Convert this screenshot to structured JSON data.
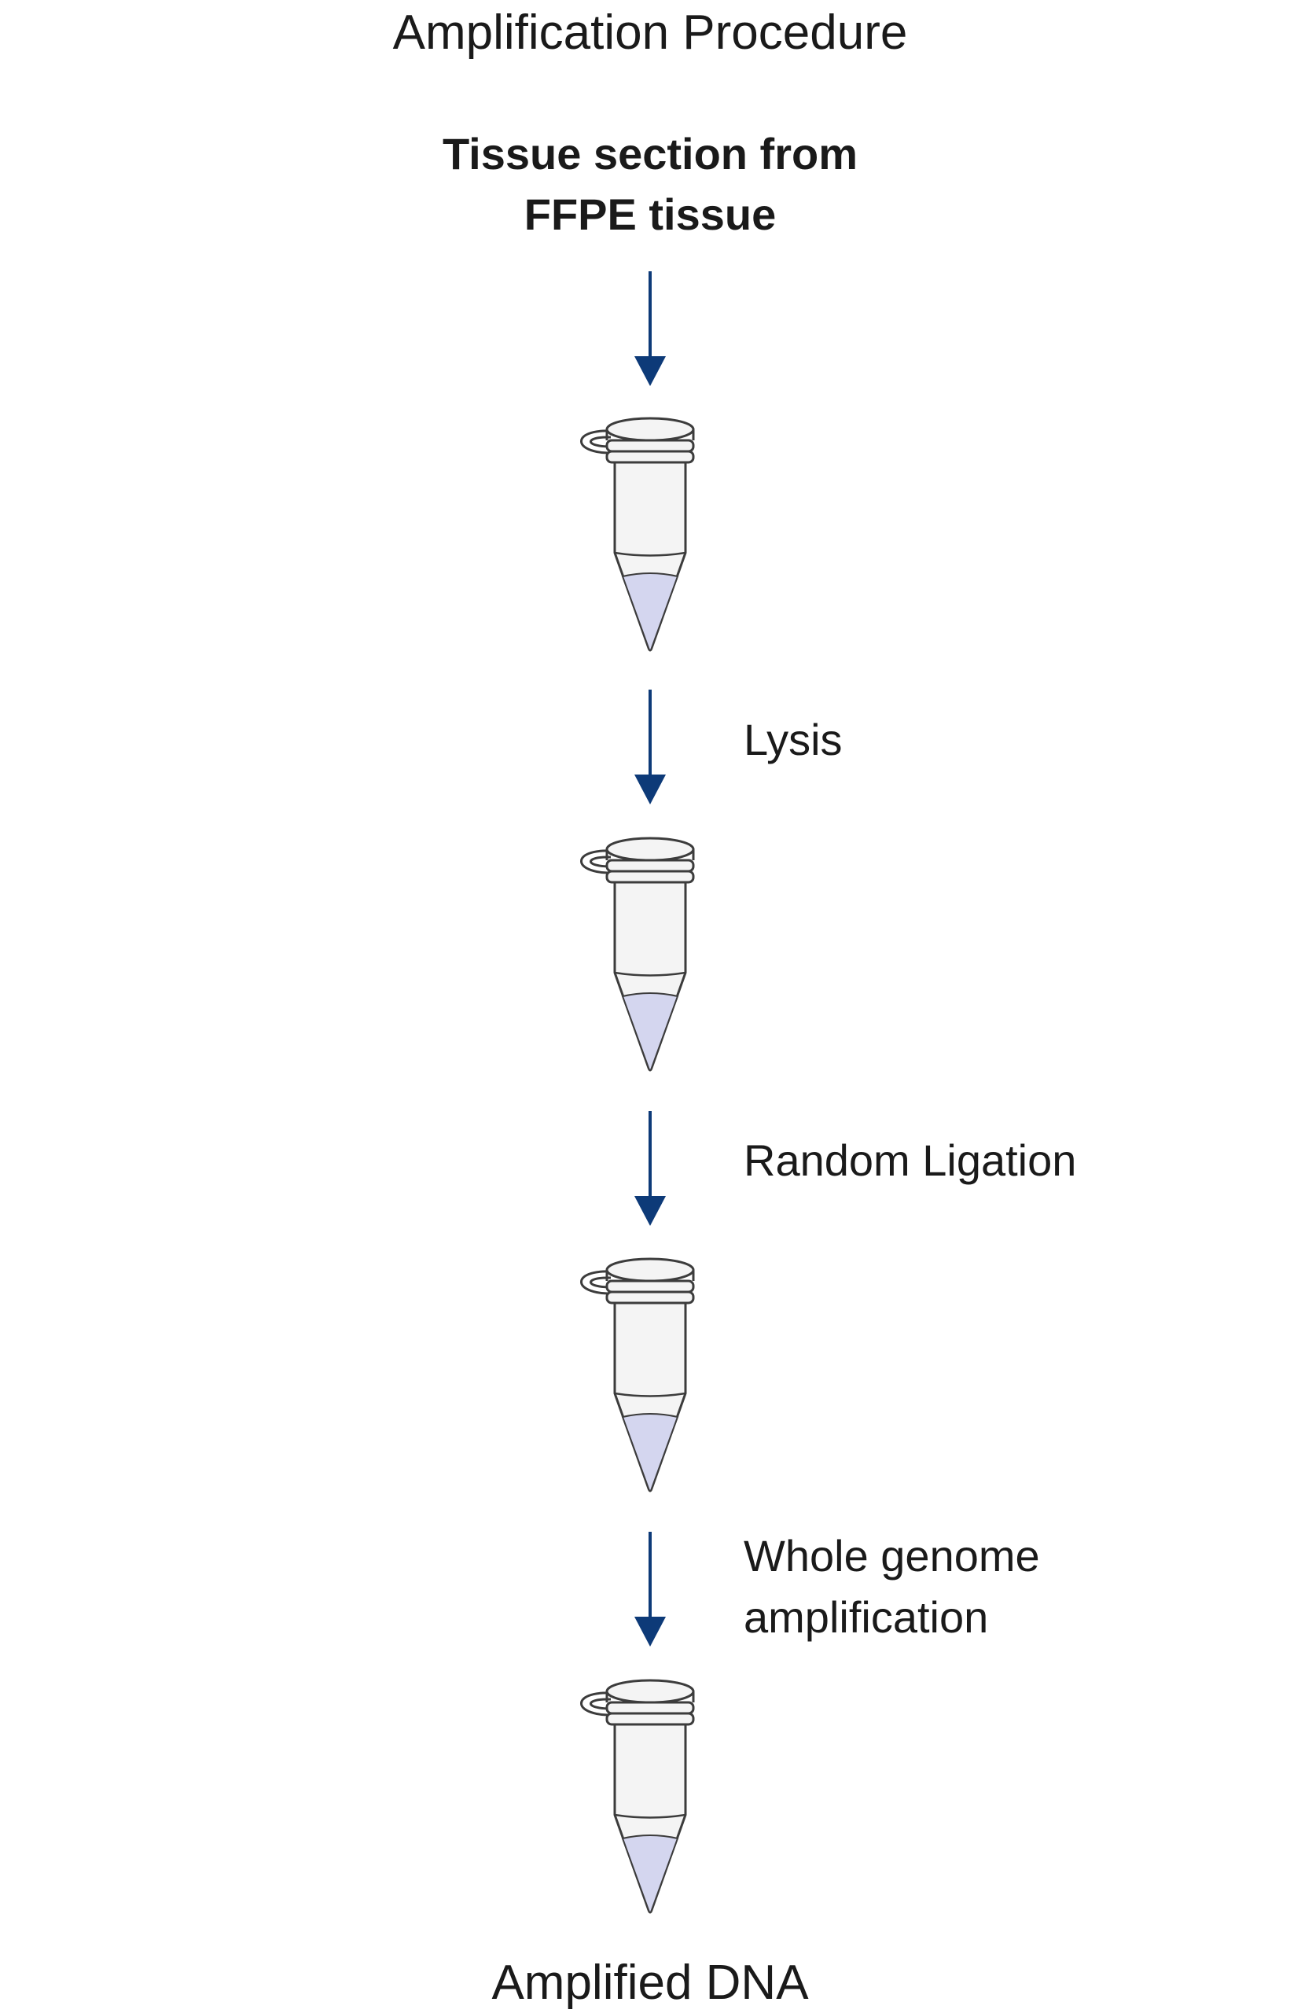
{
  "title": "Amplification Procedure",
  "input": {
    "line1": "Tissue section from",
    "line2": "FFPE tissue"
  },
  "steps": [
    {
      "line1": "Lysis",
      "line2": ""
    },
    {
      "line1": "Random Ligation",
      "line2": ""
    },
    {
      "line1": "Whole genome",
      "line2": "amplification"
    }
  ],
  "output": "Amplified DNA",
  "colors": {
    "arrow": "#0d3a78",
    "liquid": "#d4d6ef",
    "tube_outline": "#3c3c3c",
    "tube_fill": "#f4f4f4"
  },
  "icons": [
    "down-arrow-icon",
    "microcentrifuge-tube-icon"
  ]
}
